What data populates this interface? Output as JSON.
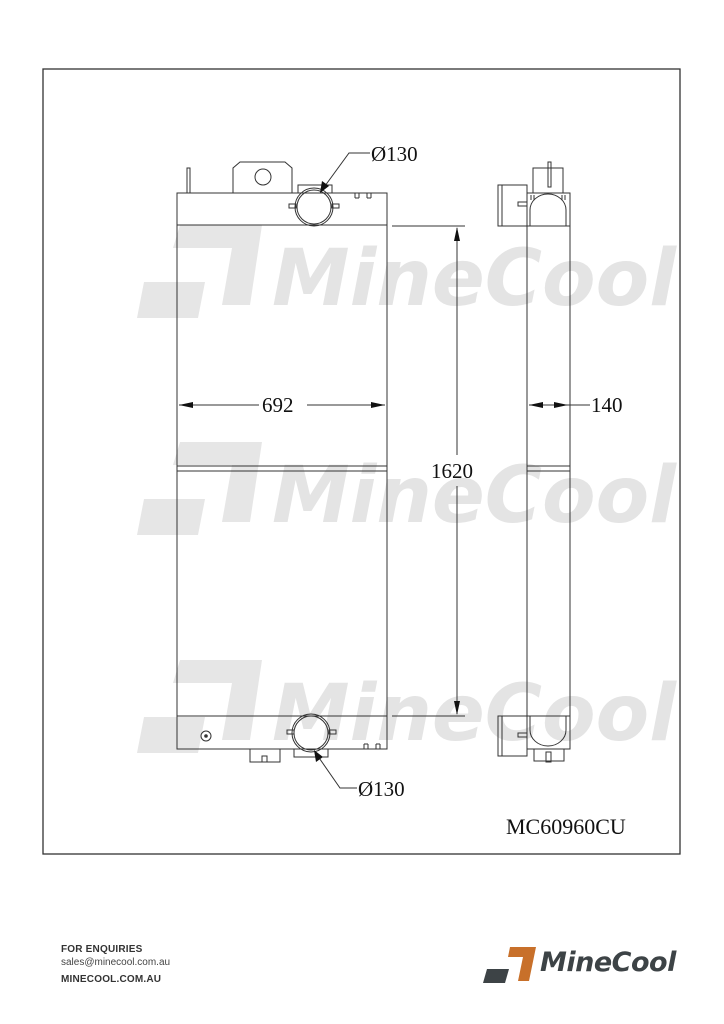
{
  "drawing": {
    "part_number": "MC60960CU",
    "dimensions": {
      "width": "692",
      "height": "1620",
      "depth": "140",
      "inlet_diameter": "Ø130",
      "outlet_diameter": "Ø130"
    },
    "watermark": "MineCool"
  },
  "footer": {
    "enquiries_label": "FOR ENQUIRIES",
    "email": "sales@minecool.com.au",
    "website": "MINECOOL.COM.AU"
  },
  "logo": {
    "text": "MineCool",
    "accent_color": "#c8702a",
    "dark_color": "#3d4346"
  }
}
